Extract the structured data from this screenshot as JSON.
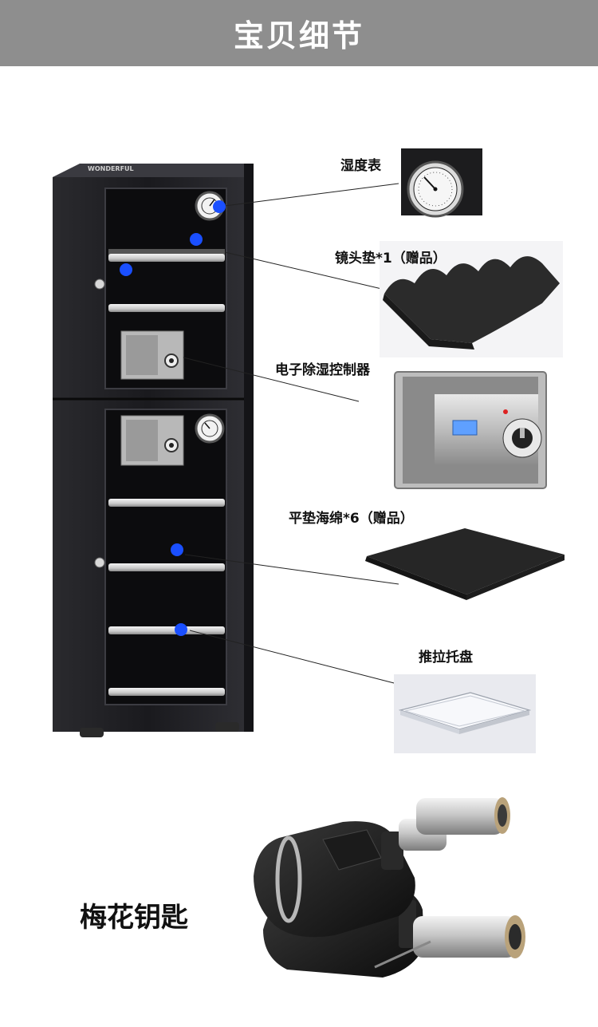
{
  "header": {
    "title": "宝贝细节"
  },
  "brand": {
    "name": "WONDERFUL"
  },
  "callouts": [
    {
      "label": "湿度表"
    },
    {
      "label": "镜头垫*1（赠品）"
    },
    {
      "label": "电子除湿控制器"
    },
    {
      "label": "平垫海绵*6（赠品）"
    },
    {
      "label": "推拉托盘"
    }
  ],
  "keys": {
    "label": "梅花钥匙"
  },
  "colors": {
    "header_bg": "#8e8e8e",
    "marker": "#1a4fff",
    "cabinet": "#1e1e22"
  }
}
